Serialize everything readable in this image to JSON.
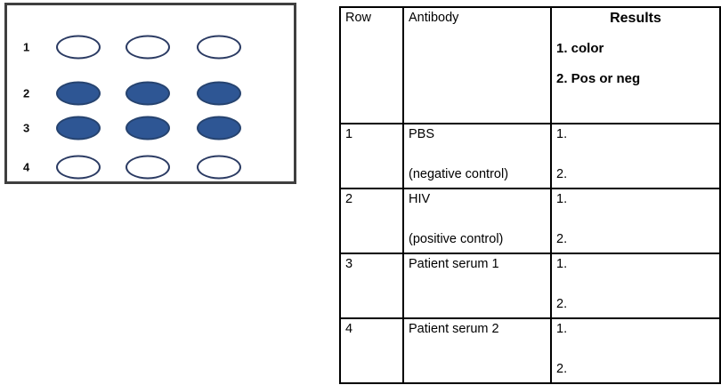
{
  "diagram": {
    "name": "dot-blot-plate",
    "row_labels": [
      "1",
      "2",
      "3",
      "4"
    ],
    "columns": 3,
    "colors": {
      "filled_fill": "#2e5694",
      "filled_stroke": "#26436f",
      "empty_stroke": "#2b3b63",
      "panel_border": "#3f3f3f"
    },
    "wells": [
      {
        "row": "1",
        "states": [
          "empty",
          "empty",
          "empty"
        ]
      },
      {
        "row": "2",
        "states": [
          "filled",
          "filled",
          "filled"
        ]
      },
      {
        "row": "3",
        "states": [
          "filled",
          "filled",
          "filled"
        ]
      },
      {
        "row": "4",
        "states": [
          "empty",
          "empty",
          "empty"
        ]
      }
    ]
  },
  "table": {
    "headers": {
      "row": "Row",
      "antibody": "Antibody",
      "results_title": "Results",
      "results_line1": "1. color",
      "results_line2": "2. Pos or neg"
    },
    "rows": [
      {
        "number": "1",
        "antibody_main": "PBS",
        "antibody_sub": "(negative control)",
        "result_1": "1.",
        "result_2": "2."
      },
      {
        "number": "2",
        "antibody_main": "HIV",
        "antibody_sub": "(positive control)",
        "result_1": "1.",
        "result_2": "2."
      },
      {
        "number": "3",
        "antibody_main": "Patient serum 1",
        "antibody_sub": "",
        "result_1": "1.",
        "result_2": "2."
      },
      {
        "number": "4",
        "antibody_main": "Patient serum 2",
        "antibody_sub": "",
        "result_1": "1.",
        "result_2": "2."
      }
    ]
  }
}
